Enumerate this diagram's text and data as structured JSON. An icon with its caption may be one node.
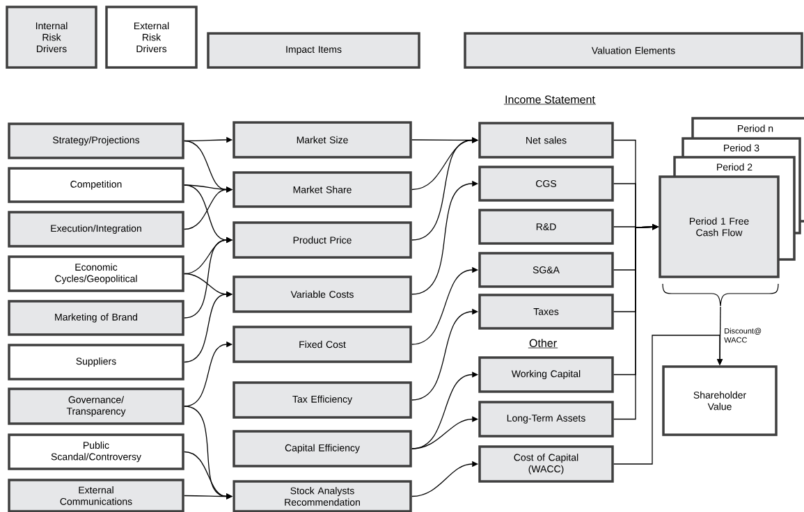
{
  "diagram": {
    "nodes": [
      {
        "text": [
          "Impact Items"
        ]
      },
      {
        "text": [
          "Valuation Elements"
        ]
      },
      {
        "text": [
          "Strategy/Projections"
        ]
      },
      {
        "text": [
          "Competition"
        ]
      },
      {
        "text": [
          "Execution/Integration"
        ]
      },
      {
        "text": [
          "Economic Cycles/Geopolitical"
        ]
      },
      {
        "text": [
          "Marketing of Brand"
        ]
      },
      {
        "text": [
          "Suppliers"
        ]
      },
      {
        "text": [
          "Governance/ Transparency"
        ]
      },
      {
        "text": [
          "Public Scandal/Controversy"
        ]
      },
      {
        "text": [
          "External Communications"
        ]
      },
      {
        "text": [
          "Market Size"
        ]
      },
      {
        "text": [
          "Market Share"
        ]
      },
      {
        "text": [
          "Product Price"
        ]
      },
      {
        "text": [
          "Variable Costs"
        ]
      },
      {
        "text": [
          "Fixed Cost"
        ]
      },
      {
        "text": [
          "Tax Efficiency"
        ]
      },
      {
        "text": [
          "Capital Efficiency"
        ]
      },
      {
        "text": [
          "Stock Analysts Recommendation"
        ]
      },
      {
        "text": [
          "Net sales"
        ]
      },
      {
        "text": [
          "CGS"
        ]
      },
      {
        "text": [
          "R&D"
        ]
      },
      {
        "text": [
          "SG&A"
        ]
      },
      {
        "text": [
          "Taxes"
        ]
      },
      {
        "text": [
          "Working Capital"
        ]
      },
      {
        "text": [
          "Long-Term Assets"
        ]
      },
      {
        "text": [
          "Cost of Capital (WACC)"
        ]
      },
      {
        "text": [
          "Period n"
        ]
      },
      {
        "text": [
          "Period 3"
        ]
      },
      {
        "text": [
          "Period 2"
        ]
      },
      {
        "text": [
          "Period 1 Free Cash Flow"
        ]
      },
      {
        "text": [
          "Shareholder Value"
        ]
      }
    ],
    "edges": [
      {
        "from": 2,
        "to": 11,
        "arrow": "to"
      },
      {
        "from": 2,
        "to": 12,
        "arrow": "to"
      },
      {
        "from": 3,
        "to": 12,
        "arrow": "to"
      },
      {
        "from": 3,
        "to": 13,
        "arrow": "to"
      },
      {
        "from": 4,
        "to": 12,
        "arrow": "to"
      },
      {
        "from": 5,
        "to": 13,
        "arrow": "to"
      },
      {
        "from": 5,
        "to": 14,
        "arrow": "to"
      },
      {
        "from": 6,
        "to": 13,
        "arrow": "to"
      },
      {
        "from": 7,
        "to": 14,
        "arrow": "to"
      },
      {
        "from": 8,
        "to": 15,
        "arrow": "to"
      },
      {
        "from": 8,
        "to": 18,
        "arrow": "to"
      },
      {
        "from": 9,
        "to": 18,
        "arrow": "to"
      },
      {
        "from": 10,
        "to": 18,
        "arrow": "to"
      },
      {
        "from": 11,
        "to": 19,
        "arrow": "to"
      },
      {
        "from": 12,
        "to": 19,
        "arrow": "to"
      },
      {
        "from": 13,
        "to": 19,
        "arrow": "to"
      },
      {
        "from": 14,
        "to": 20,
        "arrow": "to"
      },
      {
        "from": 15,
        "to": 22,
        "arrow": "to"
      },
      {
        "from": 16,
        "to": 23,
        "arrow": "to"
      },
      {
        "from": 17,
        "to": 24,
        "arrow": "to"
      },
      {
        "from": 17,
        "to": 25,
        "arrow": "to"
      },
      {
        "from": 18,
        "to": 26,
        "arrow": "to"
      },
      {
        "from": 19,
        "to": 30,
        "arrow": "to"
      },
      {
        "from": 20,
        "to": 30,
        "arrow": "to"
      },
      {
        "from": 21,
        "to": 30,
        "arrow": "to"
      },
      {
        "from": 22,
        "to": 30,
        "arrow": "to"
      },
      {
        "from": 23,
        "to": 30,
        "arrow": "to"
      },
      {
        "from": 24,
        "to": 30,
        "arrow": "to"
      },
      {
        "from": 25,
        "to": 30,
        "arrow": "to"
      },
      {
        "from": 30,
        "to": 31,
        "arrow": "to",
        "label": "Discount@ WACC"
      },
      {
        "from": 26,
        "to": 31,
        "arrow": "to"
      }
    ],
    "labels": [
      "Income Statement",
      "Other"
    ],
    "legend": [
      {
        "text": "Internal Risk Drivers",
        "color": "#e6e7e9"
      },
      {
        "text": "External Risk Drivers",
        "color": "#ffffff"
      }
    ]
  }
}
